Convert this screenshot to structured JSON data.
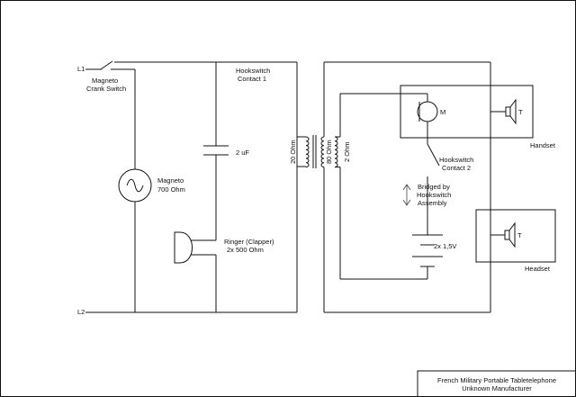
{
  "schematic": {
    "terminals": {
      "l1": "L1",
      "l2": "L2"
    },
    "magneto_crank_switch": {
      "line1": "Magneto",
      "line2": "Crank Switch"
    },
    "magneto": {
      "line1": "Magneto",
      "line2": "700 Ohm"
    },
    "hookswitch_contact_1": {
      "line1": "Hookswitch",
      "line2": "Contact 1"
    },
    "capacitor": {
      "value": "2 uF"
    },
    "ringer": {
      "line1": "Ringer (Clapper)",
      "line2": "2x 500 Ohm"
    },
    "transformer": {
      "left_winding": "20 Ohm",
      "mid_winding": "80 Ohm",
      "right_winding": "2 Ohm"
    },
    "microphone": {
      "label": "M"
    },
    "hookswitch_contact_2": {
      "line1": "Hookswitch",
      "line2": "Contact 2"
    },
    "bridged_note": {
      "line1": "Bridged by",
      "line2": "Hookswitch",
      "line3": "Assembly"
    },
    "battery": {
      "label": "2x 1,5V"
    },
    "handset": {
      "receiver_label": "T",
      "caption": "Handset"
    },
    "headset": {
      "receiver_label": "T",
      "caption": "Headset"
    }
  },
  "title_block": {
    "line1": "French Military Portable Tabletelephone",
    "line2": "Unknown Manufacturer"
  }
}
